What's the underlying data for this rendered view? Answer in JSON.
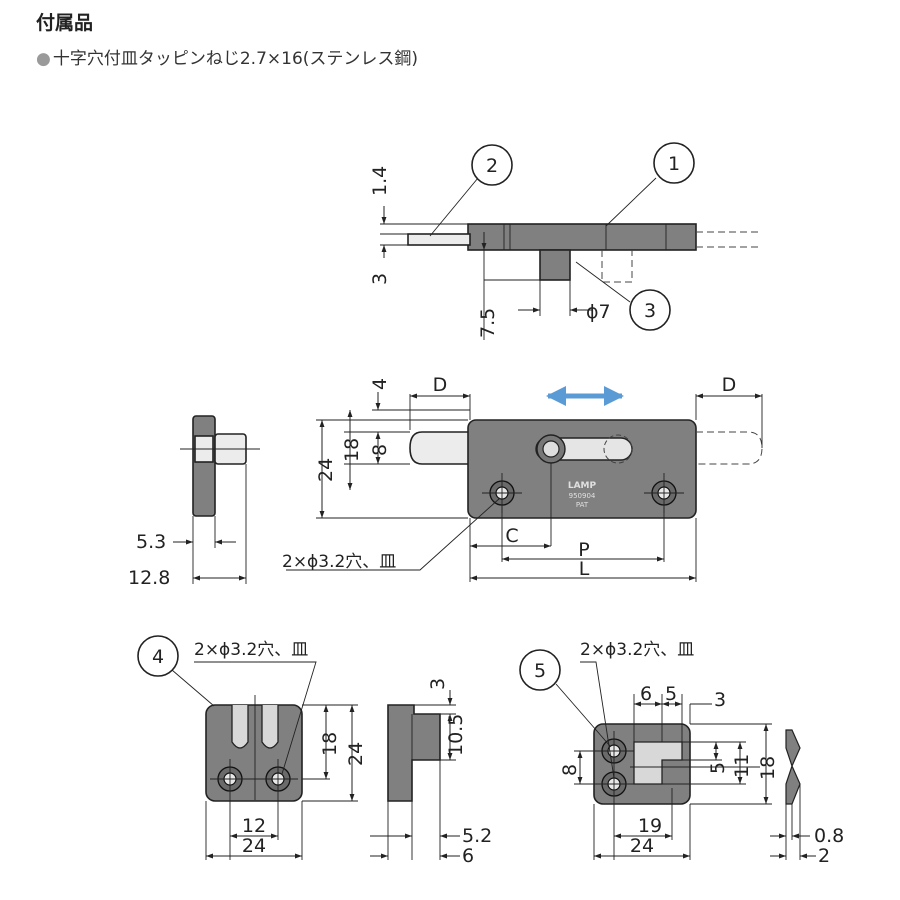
{
  "header": {
    "title": "付属品",
    "accessory": "十字穴付皿タッピンねじ2.7×16(ステンレス鋼)"
  },
  "parts": {
    "p1": "1",
    "p2": "2",
    "p3": "3",
    "p4": "4",
    "p5": "5"
  },
  "side_view": {
    "t_plate": "1.4",
    "t_pin": "3",
    "pin_len": "7.5",
    "pin_dia": "ϕ7"
  },
  "front_view": {
    "dim_4": "4",
    "dim_18": "18",
    "dim_8": "8",
    "dim_24": "24",
    "dim_d_left": "D",
    "dim_d_right": "D",
    "dim_c": "C",
    "dim_p": "P",
    "dim_l": "L",
    "holes": "2×ϕ3.2穴、皿",
    "stamp_brand": "LAMP",
    "stamp_num": "950904",
    "stamp_pat": "PAT"
  },
  "left_view": {
    "dim_5_3": "5.3",
    "dim_12_8": "12.8"
  },
  "catch_4": {
    "holes": "2×ϕ3.2穴、皿",
    "dim_18": "18",
    "dim_24_h": "24",
    "dim_12": "12",
    "dim_24_w": "24",
    "side_3": "3",
    "side_10_5": "10.5",
    "side_5_2": "5.2",
    "side_6": "6"
  },
  "catch_5": {
    "holes": "2×ϕ3.2穴、皿",
    "dim_6": "6",
    "dim_5_top": "5",
    "dim_3": "3",
    "dim_8": "8",
    "dim_5_side": "5",
    "dim_11": "11",
    "dim_18": "18",
    "dim_19": "19",
    "dim_24": "24",
    "side_0_8": "0.8",
    "side_2": "2"
  },
  "colors": {
    "part_fill": "#808080",
    "arrow_blue": "#5b9bd5"
  }
}
